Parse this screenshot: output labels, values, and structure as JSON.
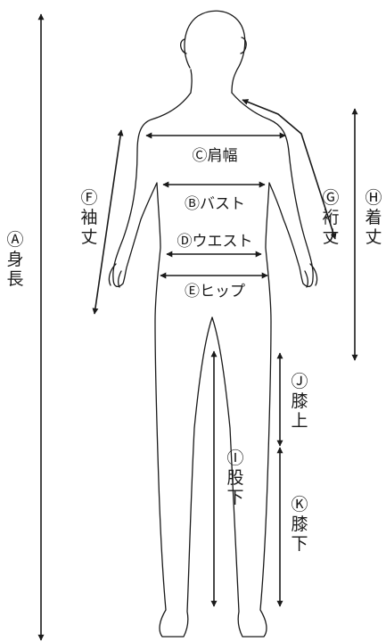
{
  "labels": {
    "A": {
      "mark": "Ⓐ",
      "c1": "身",
      "c2": "長"
    },
    "B": "Ⓑバスト",
    "C": "Ⓒ肩幅",
    "D": "Ⓓウエスト",
    "E": "Ⓔヒップ",
    "F": {
      "mark": "Ⓕ",
      "c1": "袖",
      "c2": "丈"
    },
    "G": {
      "mark": "Ⓖ",
      "c1": "裄",
      "c2": "丈"
    },
    "H": {
      "mark": "Ⓗ",
      "c1": "着",
      "c2": "丈"
    },
    "I": {
      "mark": "Ⓘ",
      "c1": "股",
      "c2": "下"
    },
    "J": {
      "mark": "Ⓙ",
      "c1": "膝",
      "c2": "上"
    },
    "K": {
      "mark": "Ⓚ",
      "c1": "膝",
      "c2": "下"
    }
  }
}
